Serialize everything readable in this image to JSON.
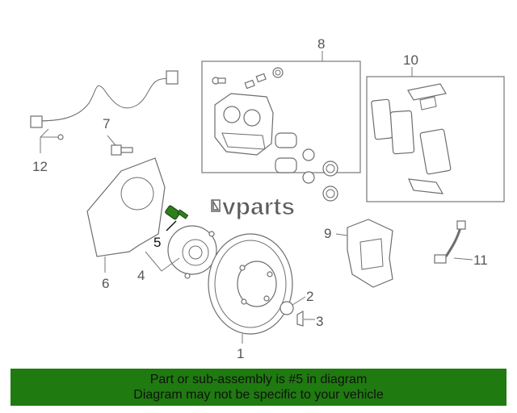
{
  "watermark": {
    "text": "vparts"
  },
  "callouts": [
    {
      "id": "1",
      "label": "1"
    },
    {
      "id": "2",
      "label": "2"
    },
    {
      "id": "3",
      "label": "3"
    },
    {
      "id": "4",
      "label": "4"
    },
    {
      "id": "5",
      "label": "5",
      "highlighted": true
    },
    {
      "id": "6",
      "label": "6"
    },
    {
      "id": "7",
      "label": "7"
    },
    {
      "id": "8",
      "label": "8"
    },
    {
      "id": "9",
      "label": "9"
    },
    {
      "id": "10",
      "label": "10"
    },
    {
      "id": "11",
      "label": "11"
    },
    {
      "id": "12",
      "label": "12"
    }
  ],
  "banner": {
    "line1": "Part or sub-assembly is #5 in diagram",
    "line2": "Diagram may not be specific to your vehicle",
    "background": "#1f7a10"
  },
  "colors": {
    "highlight_part": "#2f7d1f",
    "line": "#6e6e6e"
  }
}
